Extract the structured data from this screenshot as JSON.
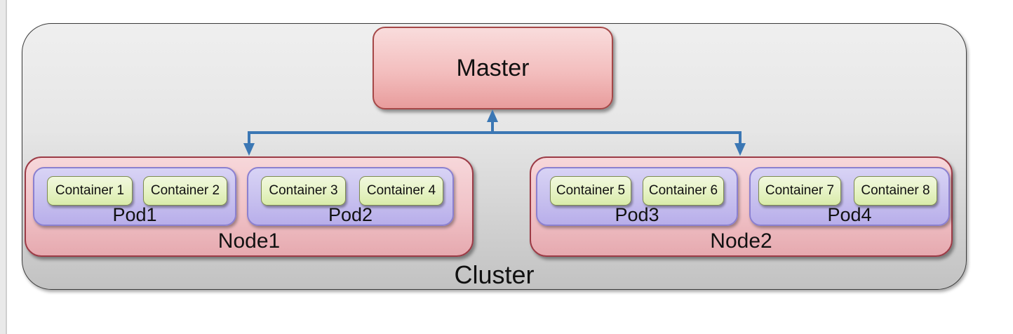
{
  "diagram": {
    "cluster": {
      "label": "Cluster"
    },
    "master": {
      "label": "Master"
    },
    "nodes": [
      {
        "label": "Node1",
        "pods": [
          {
            "label": "Pod1",
            "containers": [
              "Container 1",
              "Container 2"
            ]
          },
          {
            "label": "Pod2",
            "containers": [
              "Container 3",
              "Container 4"
            ]
          }
        ]
      },
      {
        "label": "Node2",
        "pods": [
          {
            "label": "Pod3",
            "containers": [
              "Container 5",
              "Container 6"
            ]
          },
          {
            "label": "Pod4",
            "containers": [
              "Container 7",
              "Container 8"
            ]
          }
        ]
      }
    ],
    "colors": {
      "arrow": "#3b77b4",
      "cluster_fill_top": "#efefef",
      "cluster_fill_bottom": "#c2c2c2",
      "cluster_border": "#3c3c3c",
      "master_fill_top": "#f9dcdc",
      "master_fill_bottom": "#e89c9c",
      "master_border": "#a54848",
      "node_fill_top": "#f7d7da",
      "node_fill_bottom": "#e6a9af",
      "node_border": "#9c3b46",
      "pod_fill_top": "#d8d3f5",
      "pod_fill_bottom": "#b8aeea",
      "pod_border": "#8b80d0",
      "container_fill_top": "#f1f8de",
      "container_fill_bottom": "#d9ebaa",
      "container_border": "#7d8b51",
      "text": "#111111"
    }
  }
}
